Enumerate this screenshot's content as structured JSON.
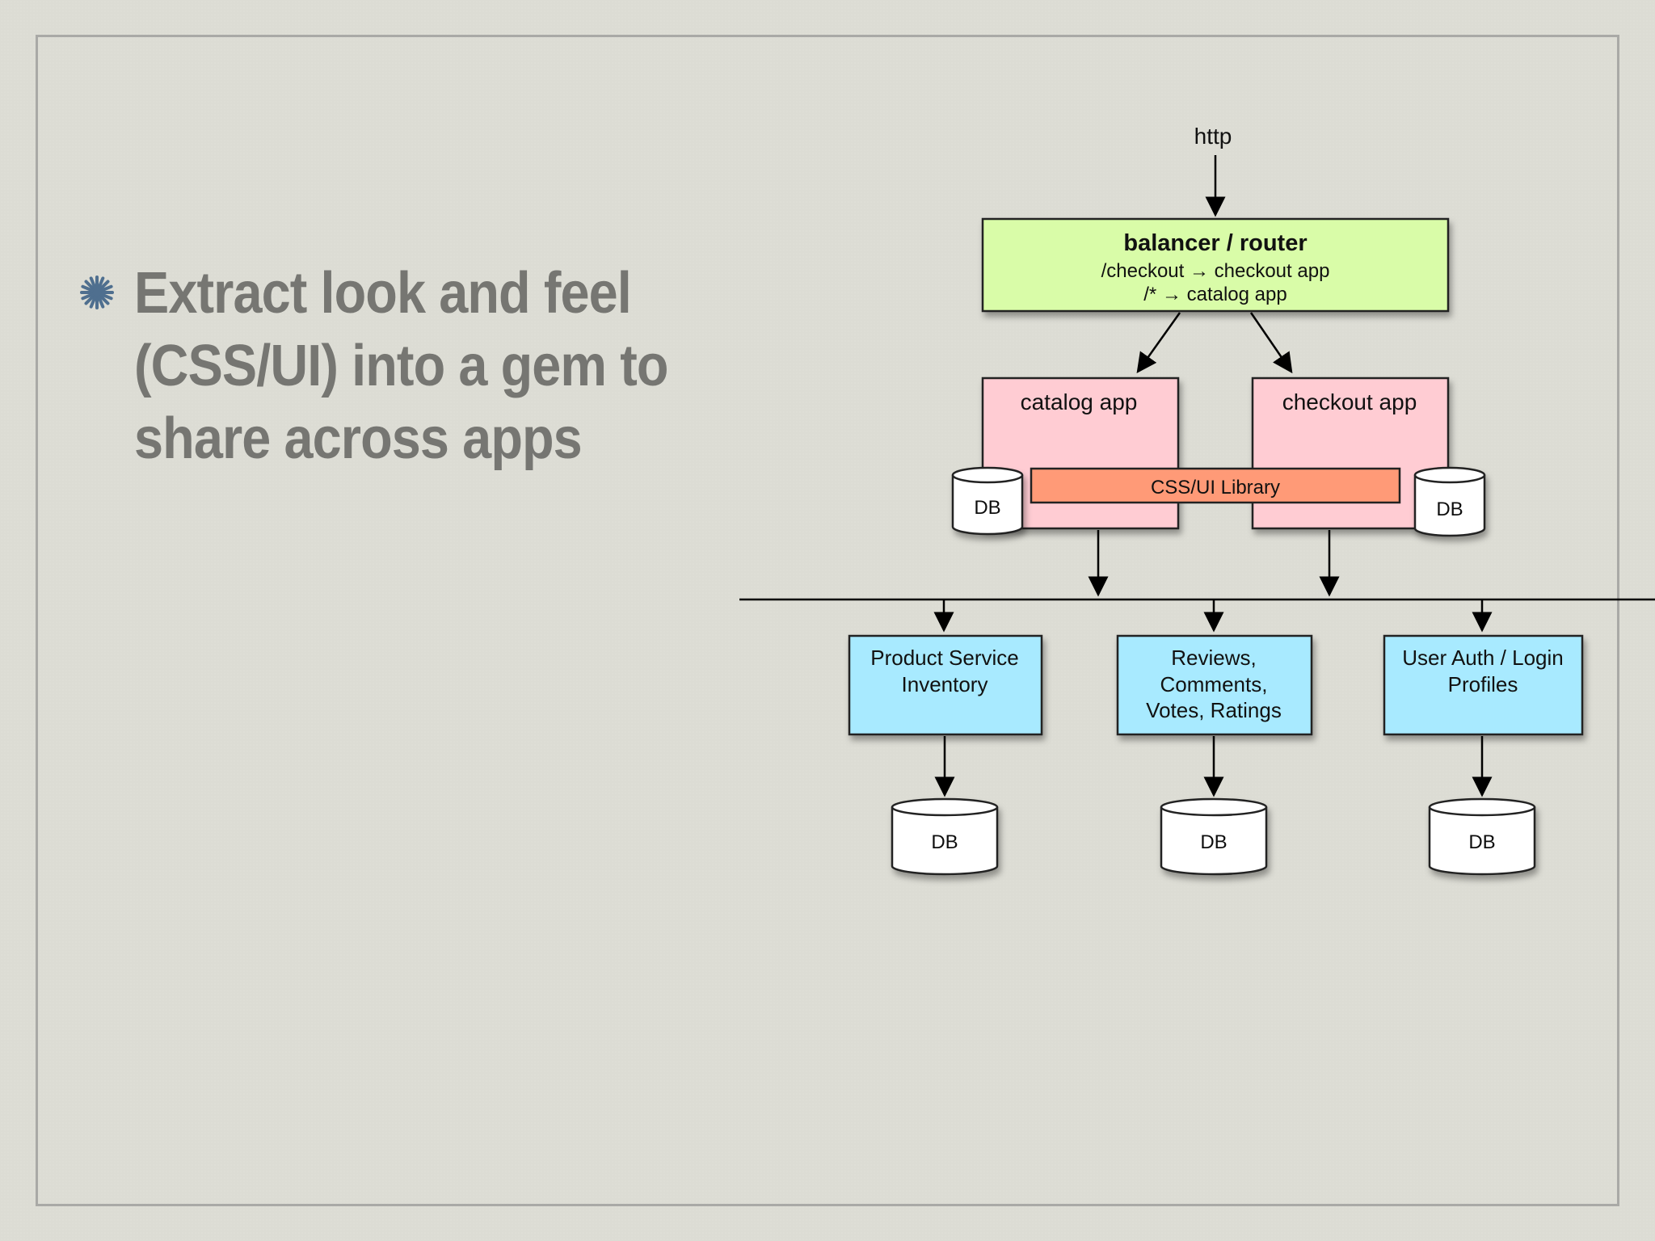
{
  "slide": {
    "bullet": "Extract look and feel (CSS/UI) into a gem to share across apps",
    "bullet_icon": "asterisk-bullet-icon"
  },
  "diagram": {
    "http_label": "http",
    "router": {
      "title": "balancer / router",
      "route1": "/checkout → checkout app",
      "route2": "/* → catalog app",
      "color": "#d9fca8"
    },
    "catalog_app": {
      "label": "catalog app",
      "color": "#ffccd3"
    },
    "checkout_app": {
      "label": "checkout app",
      "color": "#ffccd3"
    },
    "css_library": {
      "label": "CSS/UI Library",
      "color": "#ff9a77"
    },
    "db_label": "DB",
    "services": [
      {
        "line1": "Product Service",
        "line2": "Inventory",
        "line3": ""
      },
      {
        "line1": "Reviews,",
        "line2": "Comments,",
        "line3": "Votes, Ratings"
      },
      {
        "line1": "User Auth / Login",
        "line2": "Profiles",
        "line3": ""
      }
    ],
    "service_color": "#a8eaff"
  }
}
